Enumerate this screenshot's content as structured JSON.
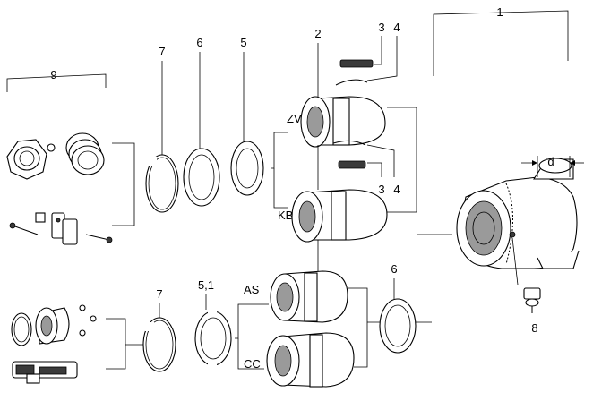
{
  "callouts": {
    "c1": "1",
    "c2": "2",
    "c3a": "3",
    "c4a": "4",
    "c3b": "3",
    "c4b": "4",
    "c5": "5",
    "c6a": "6",
    "c6b": "6",
    "c7a": "7",
    "c7b": "7",
    "c8": "8",
    "c9": "9",
    "c51": "5,1"
  },
  "variants": {
    "zv": "ZV",
    "kb": "KB",
    "as": "AS",
    "cc": "CC"
  },
  "dimension": "d"
}
